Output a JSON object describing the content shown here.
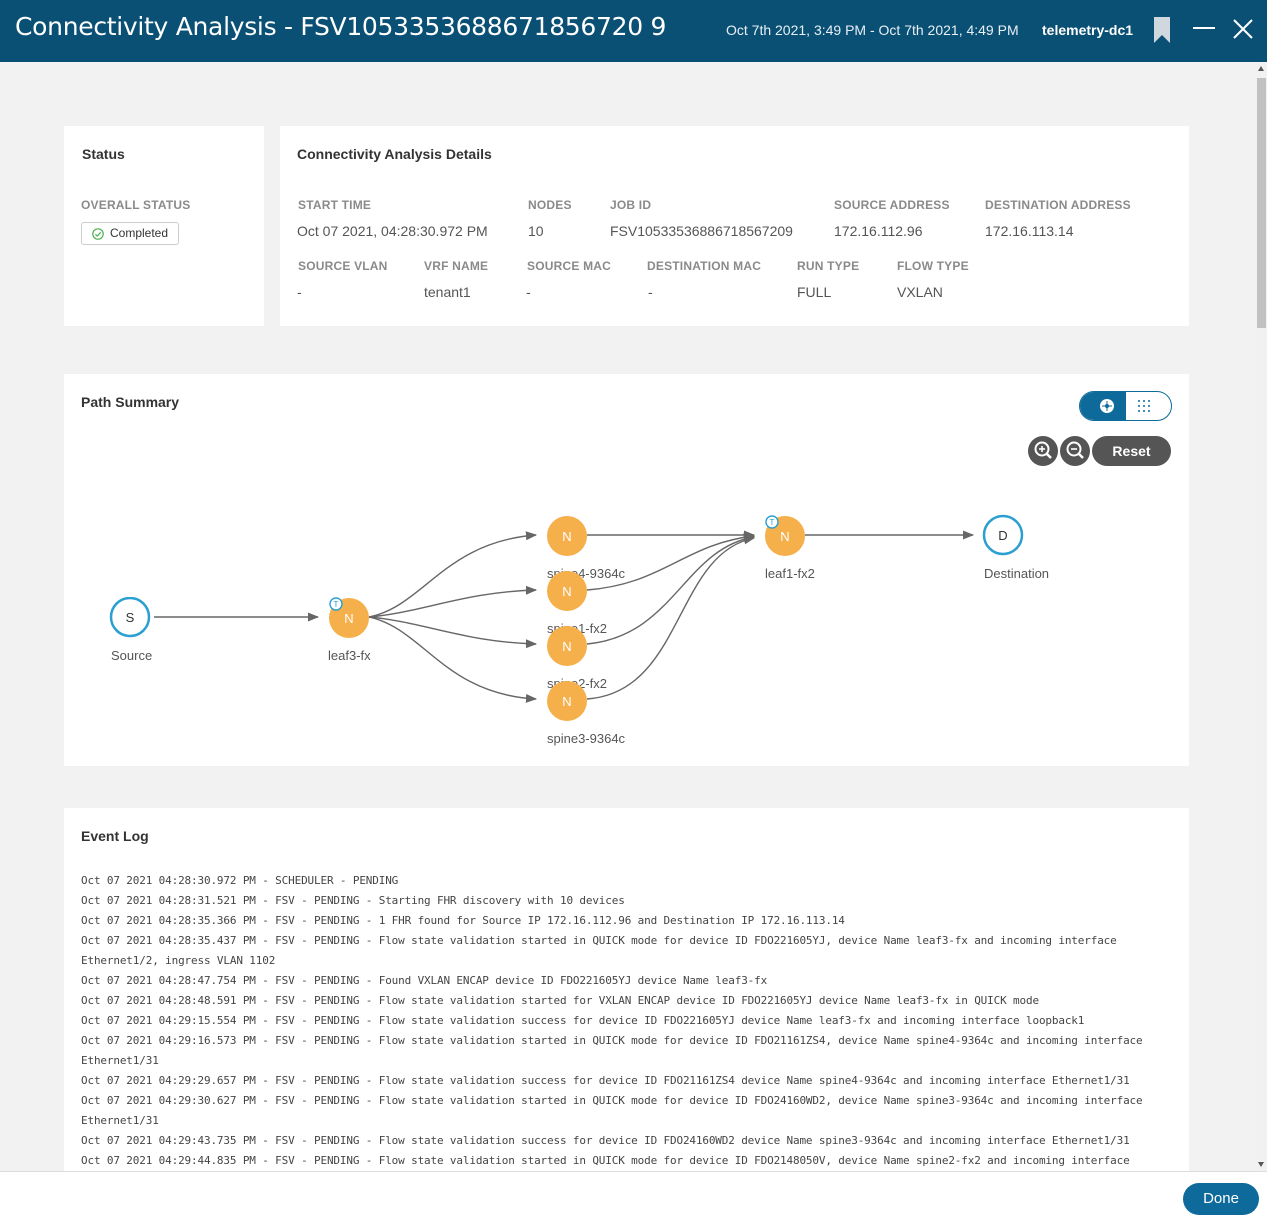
{
  "header": {
    "title": "Connectivity Analysis - FSV1053353688671856720 9",
    "time_range": "Oct 7th 2021, 3:49 PM - Oct 7th 2021, 4:49 PM",
    "fabric": "telemetry-dc1",
    "icons": [
      "bookmark-icon",
      "minimize-icon",
      "close-icon"
    ]
  },
  "status": {
    "title": "Status",
    "overall_label": "OVERALL STATUS",
    "overall_value": "Completed",
    "status_color": "#4caf50"
  },
  "details": {
    "title": "Connectivity Analysis Details",
    "start_time_label": "START TIME",
    "start_time": "Oct 07 2021, 04:28:30.972 PM",
    "nodes_label": "NODES",
    "nodes": "10",
    "job_id_label": "JOB ID",
    "job_id": "FSV10533536886718567209",
    "source_address_label": "SOURCE ADDRESS",
    "source_address": "172.16.112.96",
    "destination_address_label": "DESTINATION ADDRESS",
    "destination_address": "172.16.113.14",
    "source_vlan_label": "SOURCE VLAN",
    "source_vlan": "-",
    "vrf_name_label": "VRF NAME",
    "vrf_name": "tenant1",
    "source_mac_label": "SOURCE MAC",
    "source_mac": "-",
    "destination_mac_label": "DESTINATION MAC",
    "destination_mac": "-",
    "run_type_label": "RUN TYPE",
    "run_type": "FULL",
    "flow_type_label": "FLOW TYPE",
    "flow_type": "VXLAN"
  },
  "path_summary": {
    "title": "Path Summary",
    "reset_label": "Reset",
    "node_color": "#f5b04b",
    "endpoint_color": "#2b9fd1",
    "nodes": [
      {
        "letter": "S",
        "label": "Source",
        "type": "endpoint"
      },
      {
        "letter": "N",
        "label": "leaf3-fx",
        "type": "switch",
        "badge": "T"
      },
      {
        "letter": "N",
        "label": "spine4-9364c",
        "type": "switch"
      },
      {
        "letter": "N",
        "label": "spine1-fx2",
        "type": "switch"
      },
      {
        "letter": "N",
        "label": "spine2-fx2",
        "type": "switch"
      },
      {
        "letter": "N",
        "label": "spine3-9364c",
        "type": "switch"
      },
      {
        "letter": "N",
        "label": "leaf1-fx2",
        "type": "switch",
        "badge": "T"
      },
      {
        "letter": "D",
        "label": "Destination",
        "type": "endpoint"
      }
    ]
  },
  "event_log": {
    "title": "Event Log",
    "lines": [
      "Oct 07 2021 04:28:30.972 PM - SCHEDULER - PENDING",
      "Oct 07 2021 04:28:31.521 PM - FSV - PENDING - Starting FHR discovery with 10 devices",
      "Oct 07 2021 04:28:35.366 PM - FSV - PENDING - 1 FHR found for Source IP 172.16.112.96 and Destination IP 172.16.113.14",
      "Oct 07 2021 04:28:35.437 PM - FSV - PENDING - Flow state validation started in QUICK mode for device ID FDO221605YJ, device Name leaf3-fx and incoming interface",
      "Ethernet1/2, ingress VLAN 1102",
      "Oct 07 2021 04:28:47.754 PM - FSV - PENDING - Found VXLAN ENCAP device ID FDO221605YJ device Name leaf3-fx",
      "Oct 07 2021 04:28:48.591 PM - FSV - PENDING - Flow state validation started for VXLAN ENCAP device ID FDO221605YJ device Name leaf3-fx in QUICK mode",
      "Oct 07 2021 04:29:15.554 PM - FSV - PENDING - Flow state validation success for device ID FDO221605YJ device Name leaf3-fx and incoming interface loopback1",
      "Oct 07 2021 04:29:16.573 PM - FSV - PENDING - Flow state validation started in QUICK mode for device ID FDO21161ZS4, device Name spine4-9364c and incoming interface",
      "Ethernet1/31",
      "Oct 07 2021 04:29:29.657 PM - FSV - PENDING - Flow state validation success for device ID FDO21161ZS4 device Name spine4-9364c and incoming interface Ethernet1/31",
      "Oct 07 2021 04:29:30.627 PM - FSV - PENDING - Flow state validation started in QUICK mode for device ID FDO24160WD2, device Name spine3-9364c and incoming interface",
      "Ethernet1/31",
      "Oct 07 2021 04:29:43.735 PM - FSV - PENDING - Flow state validation success for device ID FDO24160WD2 device Name spine3-9364c and incoming interface Ethernet1/31",
      "Oct 07 2021 04:29:44.835 PM - FSV - PENDING - Flow state validation started in QUICK mode for device ID FDO2148050V, device Name spine2-fx2 and incoming interface"
    ]
  },
  "footer": {
    "done_label": "Done"
  }
}
